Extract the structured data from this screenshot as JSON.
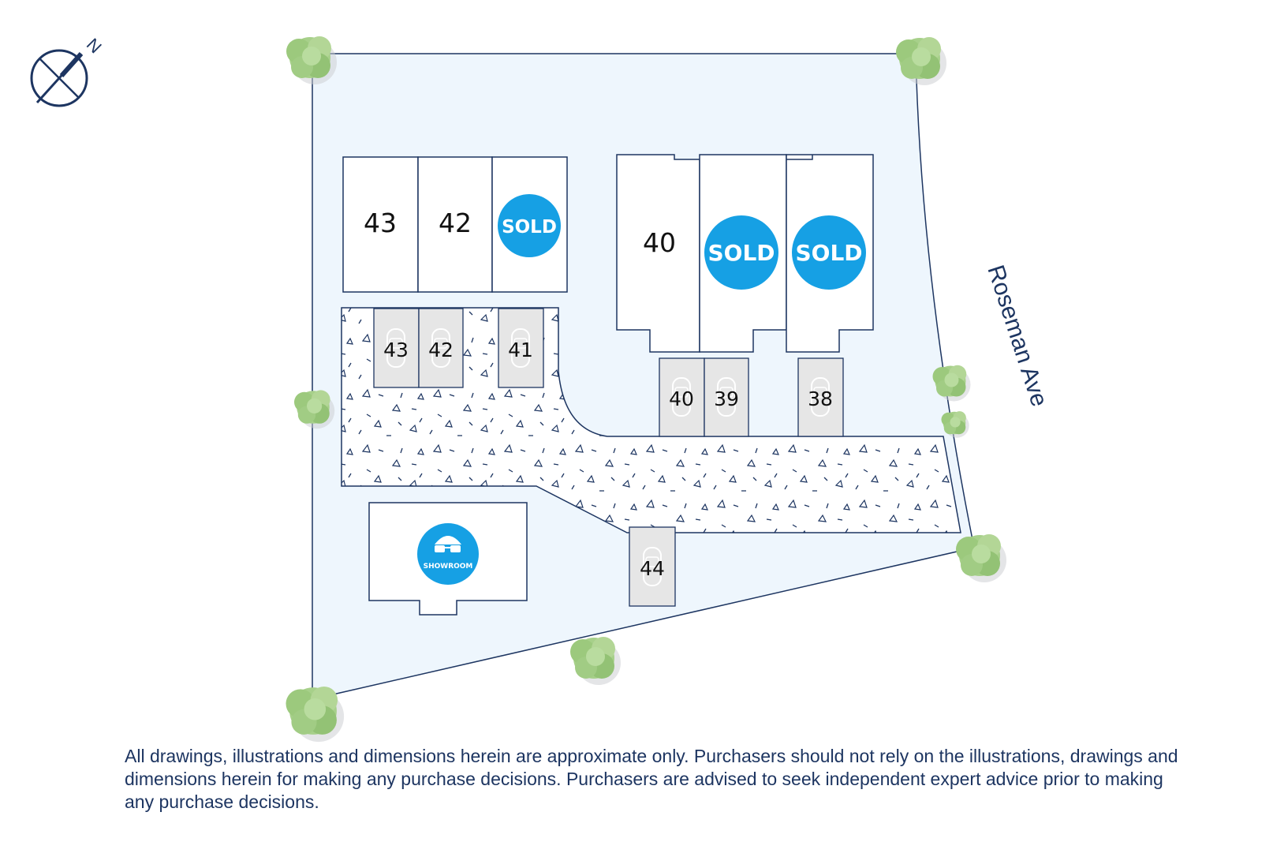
{
  "compass": {
    "north_label": "N",
    "icon": "compass-icon"
  },
  "street": {
    "name": "Roseman Ave"
  },
  "lots_top_left": [
    {
      "label": "43",
      "status": "available"
    },
    {
      "label": "42",
      "status": "available"
    },
    {
      "label": "SOLD",
      "status": "sold"
    }
  ],
  "lots_top_right": [
    {
      "label": "40",
      "status": "available"
    },
    {
      "label": "SOLD",
      "status": "sold"
    },
    {
      "label": "SOLD",
      "status": "sold"
    }
  ],
  "carports": [
    "43",
    "42",
    "41",
    "40",
    "39",
    "38",
    "44"
  ],
  "showroom": {
    "label": "SHOWROOM",
    "icon": "showroom-glasses-icon"
  },
  "disclaimer": "All drawings, illustrations and dimensions herein are approximate only. Purchasers should not rely on the illustrations, drawings and dimensions herein for making any purchase decisions. Purchasers are advised to seek independent expert advice prior to making any purchase decisions.",
  "colors": {
    "site_fill": "#eef6fd",
    "outline": "#1d3561",
    "sold_badge": "#16a0e4",
    "parking_fill": "#e6e6e6",
    "tree": "#9fca7a"
  }
}
